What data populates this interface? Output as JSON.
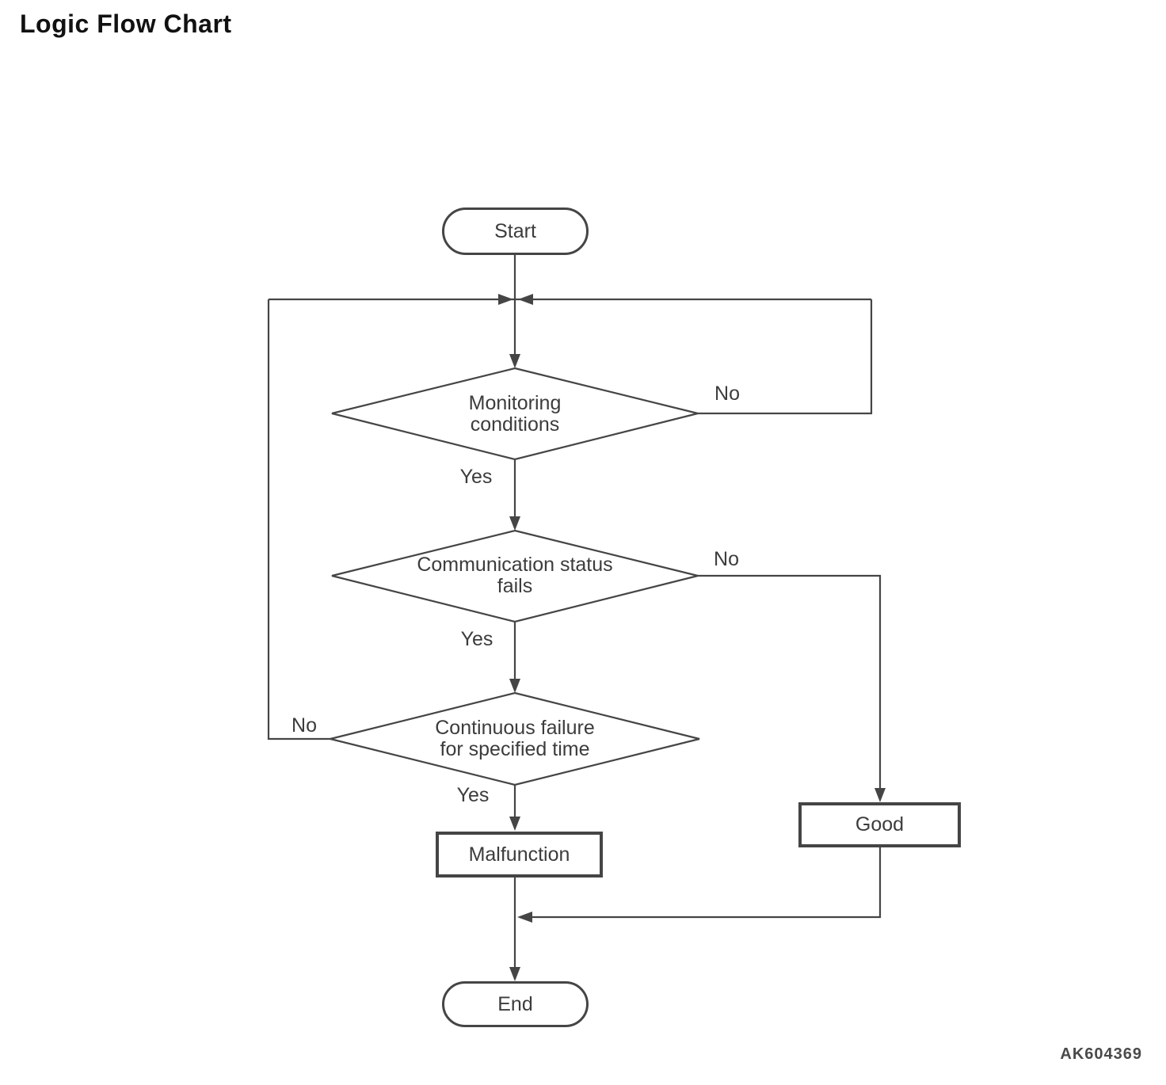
{
  "title": "Logic Flow Chart",
  "figure_code": "AK604369",
  "nodes": {
    "start": {
      "label": "Start",
      "type": "terminator"
    },
    "monitoring_conditions": {
      "label": "Monitoring conditions",
      "type": "decision"
    },
    "communication_status": {
      "label": "Communication status fails",
      "type": "decision"
    },
    "continuous_failure": {
      "label": "Continuous failure for specified time",
      "type": "decision"
    },
    "malfunction": {
      "label": "Malfunction",
      "type": "process"
    },
    "good": {
      "label": "Good",
      "type": "process"
    },
    "end": {
      "label": "End",
      "type": "terminator"
    }
  },
  "edge_labels": {
    "monitoring_yes": "Yes",
    "monitoring_no": "No",
    "communication_yes": "Yes",
    "communication_no": "No",
    "continuous_yes": "Yes",
    "continuous_no": "No"
  },
  "colors": {
    "line": "#454545",
    "text": "#3c3c3c",
    "title": "#111111",
    "background": "#ffffff"
  }
}
